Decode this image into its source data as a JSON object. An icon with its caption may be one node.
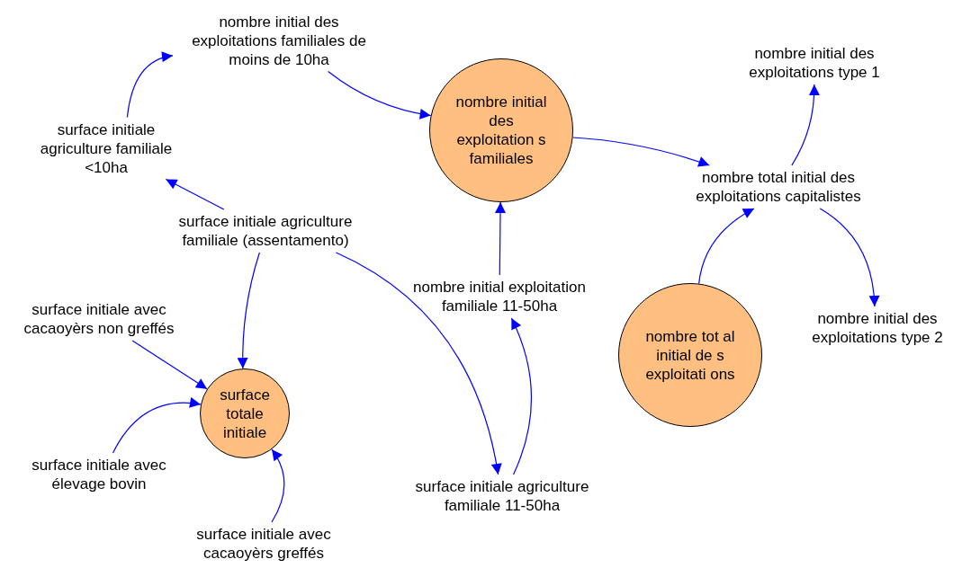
{
  "diagram": {
    "nodes": [
      {
        "text": [
          "nombre initial des exploitations familiales de moins de 10ha"
        ]
      },
      {
        "text": [
          "nombre initial des exploitation s familiales"
        ]
      },
      {
        "text": [
          "nombre initial des exploitations type 1"
        ]
      },
      {
        "text": [
          "surface initiale agriculture familiale <10ha"
        ]
      },
      {
        "text": [
          "nombre total initial des exploitations capitalistes"
        ]
      },
      {
        "text": [
          "surface initiale agriculture familiale (assentamento)"
        ]
      },
      {
        "text": [
          "surface initiale avec cacaoyèrs non greffés"
        ]
      },
      {
        "text": [
          "nombre initial exploitation familiale 11-50ha"
        ]
      },
      {
        "text": [
          "nombre tot al initial de s exploitati ons"
        ]
      },
      {
        "text": [
          "nombre initial des exploitations type 2"
        ]
      },
      {
        "text": [
          "surface totale initiale"
        ]
      },
      {
        "text": [
          "surface initiale avec élevage bovin"
        ]
      },
      {
        "text": [
          "surface initiale agriculture familiale 11-50ha"
        ]
      },
      {
        "text": [
          "surface initiale avec cacaoyèrs greffés"
        ]
      }
    ],
    "edges": [
      {
        "from": 0,
        "to": 1,
        "arrow": "to"
      },
      {
        "from": 3,
        "to": 0,
        "arrow": "to"
      },
      {
        "from": 5,
        "to": 3,
        "arrow": "to"
      },
      {
        "from": 5,
        "to": 10,
        "arrow": "to"
      },
      {
        "from": 5,
        "to": 12,
        "arrow": "to"
      },
      {
        "from": 6,
        "to": 10,
        "arrow": "to"
      },
      {
        "from": 11,
        "to": 10,
        "arrow": "to"
      },
      {
        "from": 13,
        "to": 10,
        "arrow": "to"
      },
      {
        "from": 12,
        "to": 7,
        "arrow": "to"
      },
      {
        "from": 7,
        "to": 1,
        "arrow": "to"
      },
      {
        "from": 1,
        "to": 4,
        "arrow": "to"
      },
      {
        "from": 4,
        "to": 2,
        "arrow": "to"
      },
      {
        "from": 4,
        "to": 9,
        "arrow": "to"
      },
      {
        "from": 8,
        "to": 4,
        "arrow": "to"
      }
    ]
  }
}
